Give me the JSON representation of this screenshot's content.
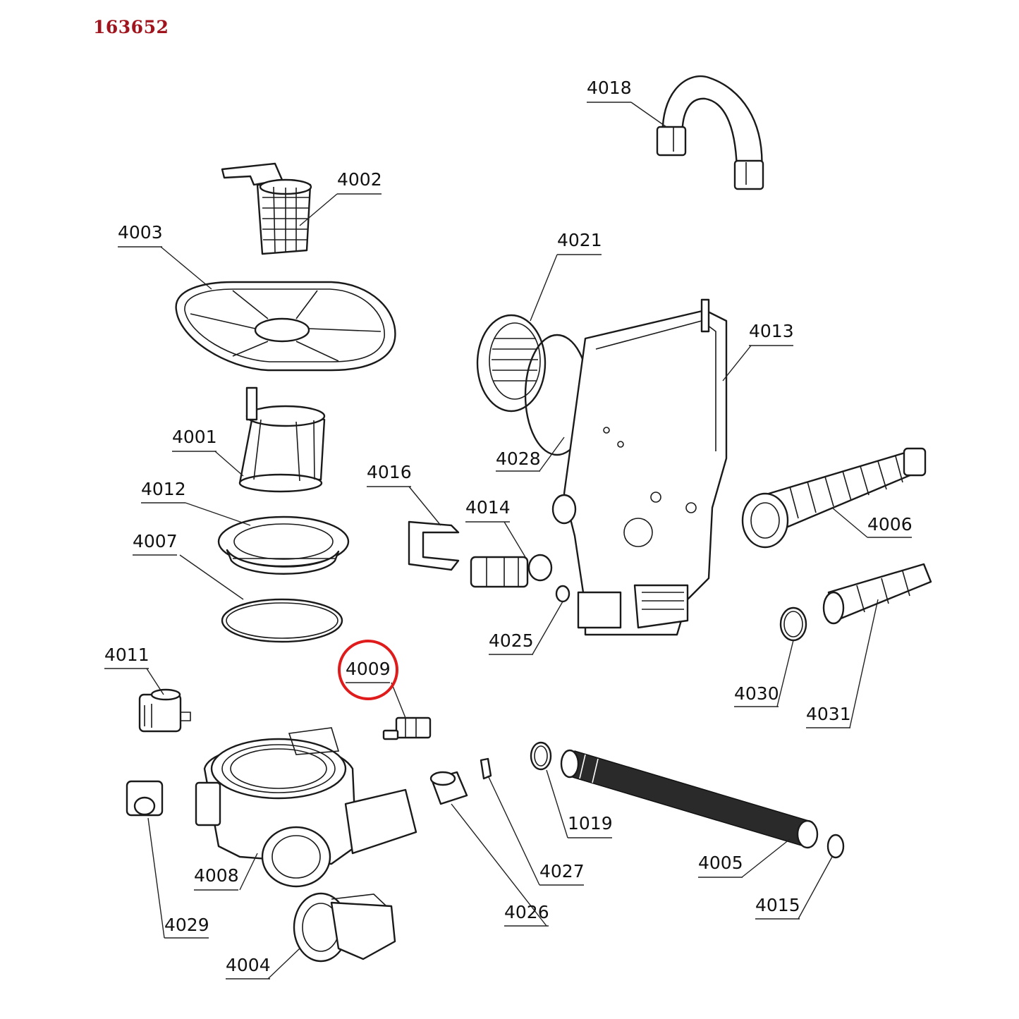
{
  "document": {
    "diagram_id": "163652",
    "accent_color": "#a0141e",
    "highlight_color": "#e01b1b",
    "highlighted_part": "4009"
  },
  "parts": {
    "p4018": "4018",
    "p4002": "4002",
    "p4003": "4003",
    "p4021": "4021",
    "p4013": "4013",
    "p4001": "4001",
    "p4028": "4028",
    "p4016": "4016",
    "p4014": "4014",
    "p4012": "4012",
    "p4006": "4006",
    "p4007": "4007",
    "p4025": "4025",
    "p4011": "4011",
    "p4009": "4009",
    "p4030": "4030",
    "p4031": "4031",
    "p1019": "1019",
    "p4027": "4027",
    "p4008": "4008",
    "p4005": "4005",
    "p4026": "4026",
    "p4015": "4015",
    "p4029": "4029",
    "p4004": "4004"
  }
}
